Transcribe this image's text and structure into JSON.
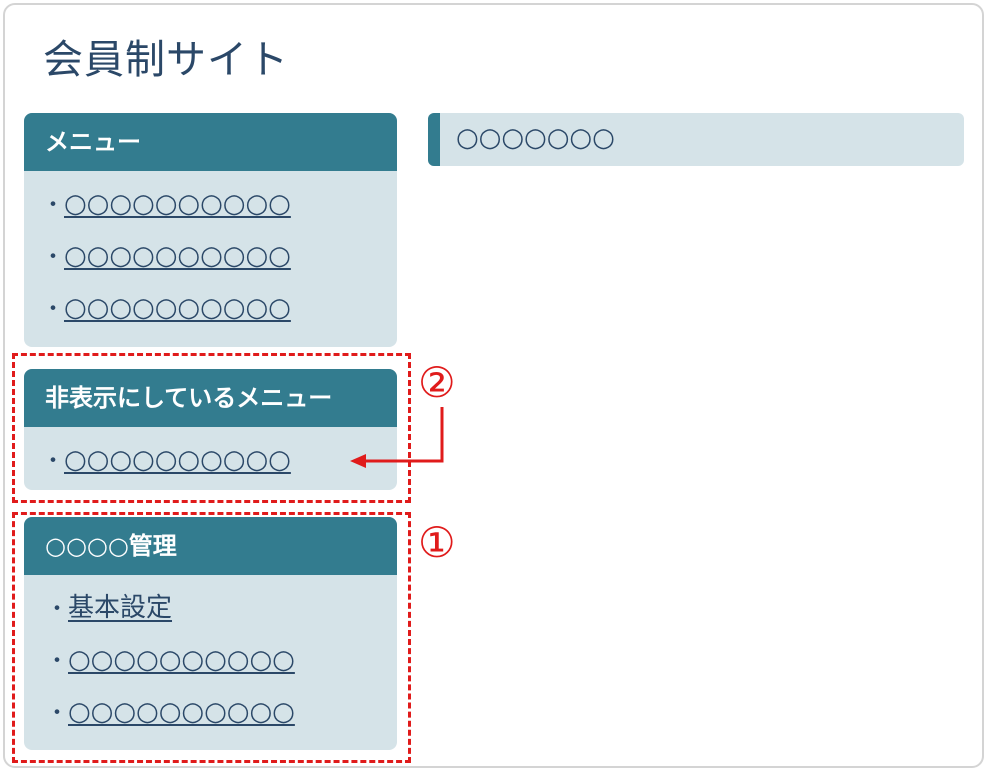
{
  "site": {
    "title": "会員制サイト"
  },
  "menu_panel": {
    "heading": "メニュー",
    "items": [
      {
        "label": "○○○○○○○○○○"
      },
      {
        "label": "○○○○○○○○○○"
      },
      {
        "label": "○○○○○○○○○○"
      }
    ]
  },
  "hidden_menu_panel": {
    "heading": "非表示にしているメニュー",
    "items": [
      {
        "label": "○○○○○○○○○○"
      }
    ]
  },
  "admin_panel": {
    "heading": "○○○○管理",
    "items": [
      {
        "label": "基本設定"
      },
      {
        "label": "○○○○○○○○○○"
      },
      {
        "label": "○○○○○○○○○○"
      }
    ]
  },
  "content": {
    "heading": "○○○○○○○"
  },
  "annotations": {
    "callout_1": "①",
    "callout_2": "②",
    "color": "#e01b1b"
  },
  "bullet": "・",
  "colors": {
    "header_bg": "#337c8f",
    "panel_bg": "#d5e3e8",
    "text": "#2b4868"
  }
}
